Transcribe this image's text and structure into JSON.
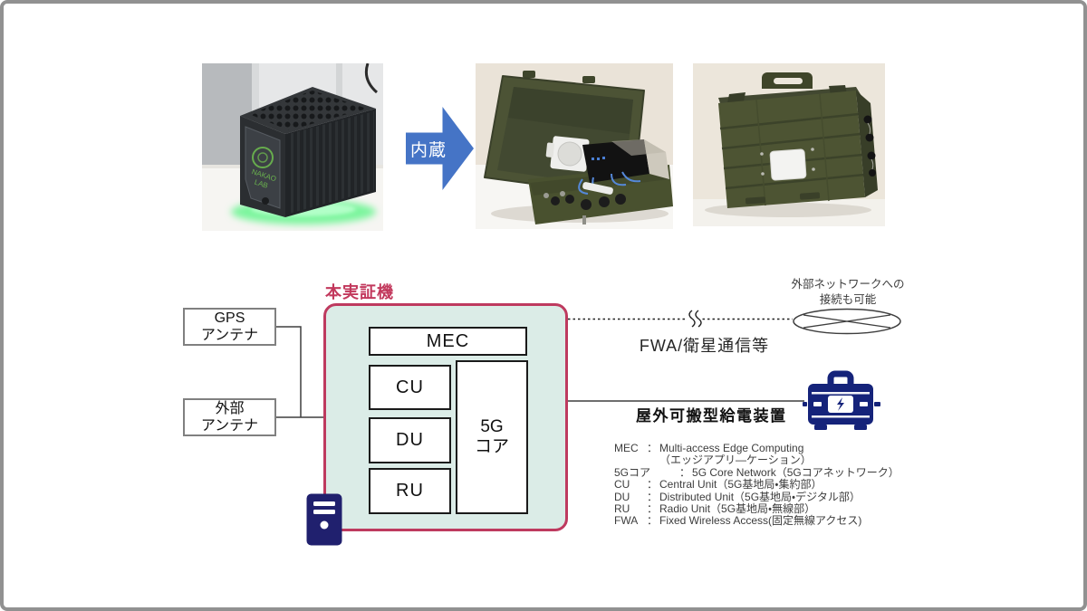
{
  "slide": {
    "arrow_label": "内蔵",
    "photo1_logo_line1": "NAKAO",
    "photo1_logo_line2": "LAB"
  },
  "diagram": {
    "title": "本実証機",
    "gps_antenna": {
      "line1": "GPS",
      "line2": "アンテナ"
    },
    "ext_antenna": {
      "line1": "外部",
      "line2": "アンテナ"
    },
    "blocks": {
      "mec": "MEC",
      "cu": "CU",
      "du": "DU",
      "ru": "RU",
      "core_line1": "5G",
      "core_line2": "コア"
    },
    "fwa_link_label": "FWA/衛星通信等",
    "ext_network_note_line1": "外部ネットワークへの",
    "ext_network_note_line2": "接続も可能",
    "power_label": "屋外可搬型給電装置"
  },
  "legend": {
    "rows": [
      {
        "term": "MEC",
        "sep": "：",
        "def": "Multi-access Edge Computing"
      },
      {
        "term": "",
        "sep": "",
        "def": "（エッジアプリ―ケーション）"
      },
      {
        "term": "5Gコア",
        "sep": "：",
        "def": "5G Core Network（5Gコアネットワーク）"
      },
      {
        "term": "CU",
        "sep": "：",
        "def": "Central Unit（5G基地局・集約部）"
      },
      {
        "term": "DU",
        "sep": "：",
        "def": "Distributed Unit（5G基地局・デジタル部）"
      },
      {
        "term": "RU",
        "sep": "：",
        "def": "Radio Unit（5G基地局・無線部）"
      },
      {
        "term": "FWA",
        "sep": "：",
        "def": "Fixed Wireless Access(固定無線アクセス)"
      }
    ]
  },
  "colors": {
    "accent_red": "#C2385C",
    "panel_fill": "#DBECE7",
    "panel_border": "#BE3A5F",
    "navy_icon": "#1B2374",
    "arrow_blue": "#4574C6",
    "frame_gray": "#919191",
    "logo_green": "#6FBF4F"
  }
}
